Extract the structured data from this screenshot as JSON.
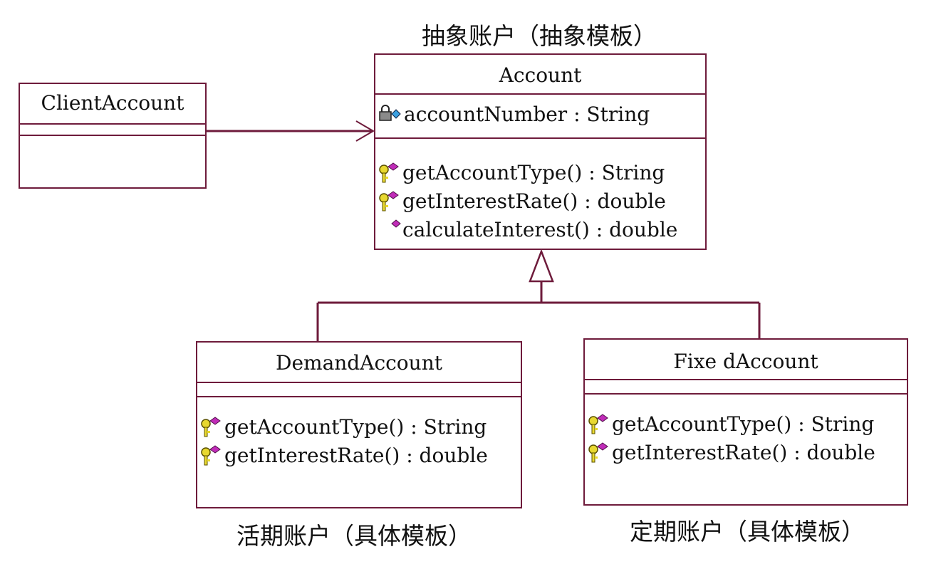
{
  "captions": {
    "abstract": "抽象账户（抽象模板）",
    "demand": "活期账户（具体模板）",
    "fixed": "定期账户（具体模板）"
  },
  "client": {
    "name": "ClientAccount"
  },
  "account": {
    "name": "Account",
    "attributes": [
      "accountNumber : String"
    ],
    "operations": [
      "getAccountType() : String",
      "getInterestRate() : double",
      "calculateInterest() : double"
    ]
  },
  "demand": {
    "name": "DemandAccount",
    "operations": [
      "getAccountType() : String",
      "getInterestRate() : double"
    ]
  },
  "fixed": {
    "name": "Fixe dAccount",
    "operations": [
      "getAccountType() : String",
      "getInterestRate() : double"
    ]
  },
  "colors": {
    "border": "#6e1b3b",
    "key": "#e8d830",
    "diamond": "#c02cb8",
    "lock_tag": "#3aa0e0"
  }
}
